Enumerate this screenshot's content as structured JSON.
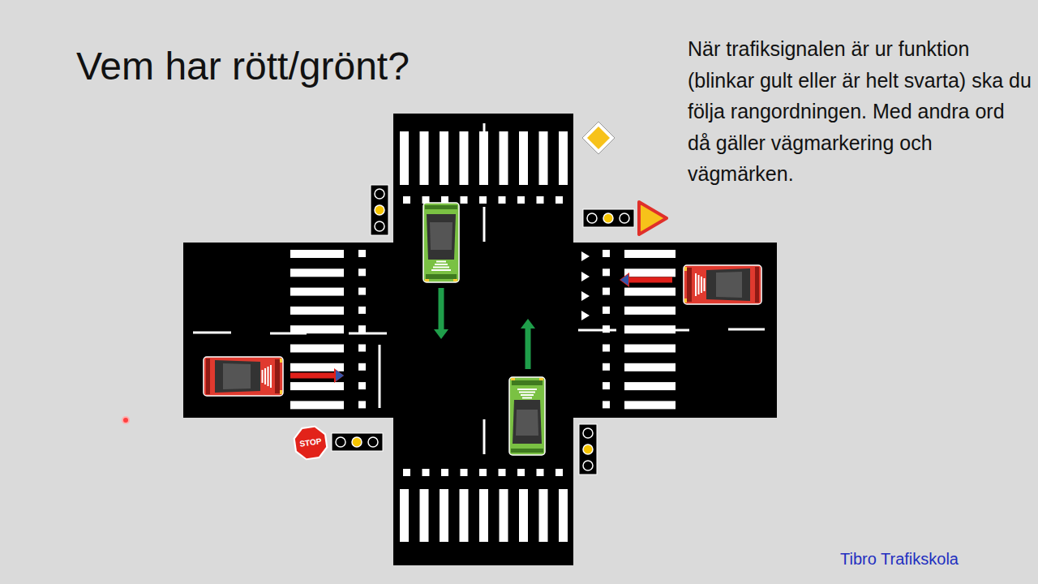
{
  "diagram": {
    "title": "Vem har rött/grönt?",
    "nodes": [
      {
        "text": [
          "STOP"
        ]
      }
    ],
    "labels": [
      "När trafiksignalen är ur funktion (blinkar gult eller är helt svarta) ska du följa rangordningen. Med andra ord då gäller vägmarkering och vägmärken.",
      "Tibro Trafikskola"
    ]
  }
}
